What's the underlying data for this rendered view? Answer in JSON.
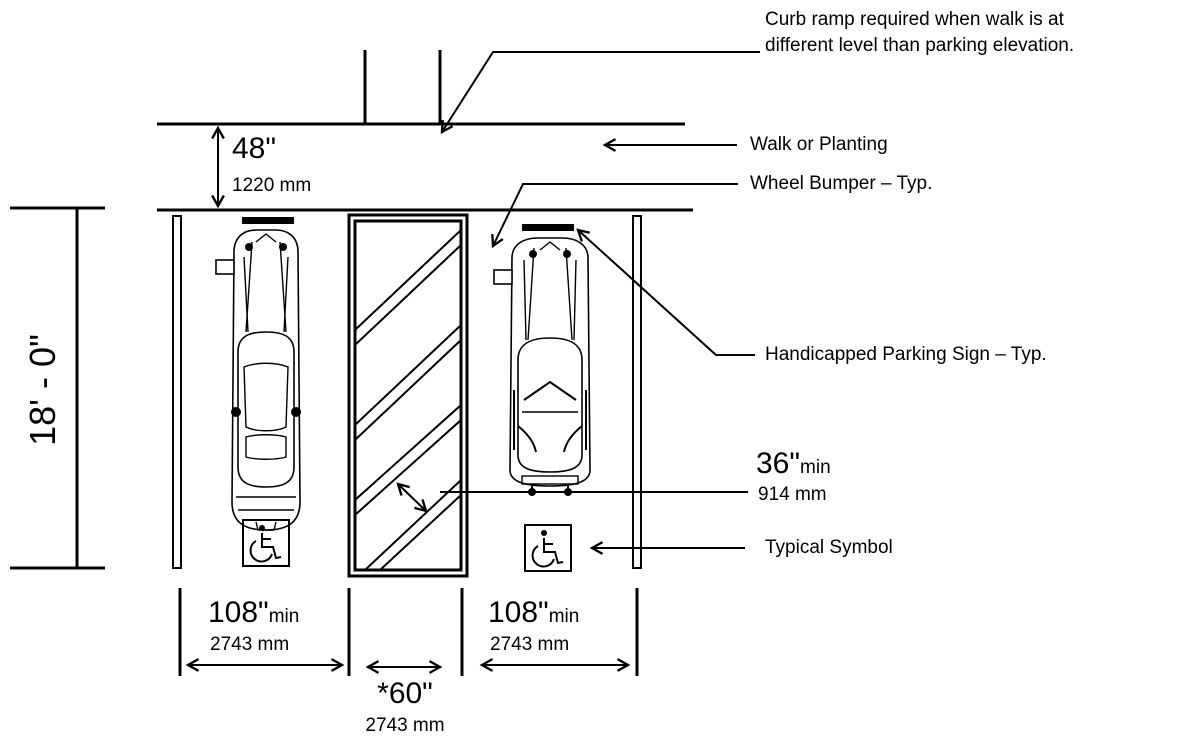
{
  "notes": {
    "curb_ramp": [
      "Curb ramp required when walk is at",
      "different level than parking elevation."
    ],
    "walk": "Walk or Planting",
    "bumper": "Wheel Bumper – Typ.",
    "sign": "Handicapped Parking Sign – Typ.",
    "symbol": "Typical Symbol"
  },
  "dimensions": {
    "walk_depth": {
      "main": "48\"",
      "metric": "1220 mm"
    },
    "stall_length": "18' - 0\"",
    "aisle_clear": {
      "main": "36\"",
      "suffix": "min",
      "metric": "914 mm"
    },
    "left_stall": {
      "main": "108\"",
      "suffix": "min",
      "metric": "2743 mm"
    },
    "right_stall": {
      "main": "108\"",
      "suffix": "min",
      "metric": "2743 mm"
    },
    "aisle_width": {
      "main": "*60\"",
      "metric": "2743 mm"
    }
  },
  "icons": [
    "wheelchair-icon",
    "car-icon",
    "wheel-bumper-icon",
    "parking-sign-icon",
    "arrow-icon"
  ]
}
